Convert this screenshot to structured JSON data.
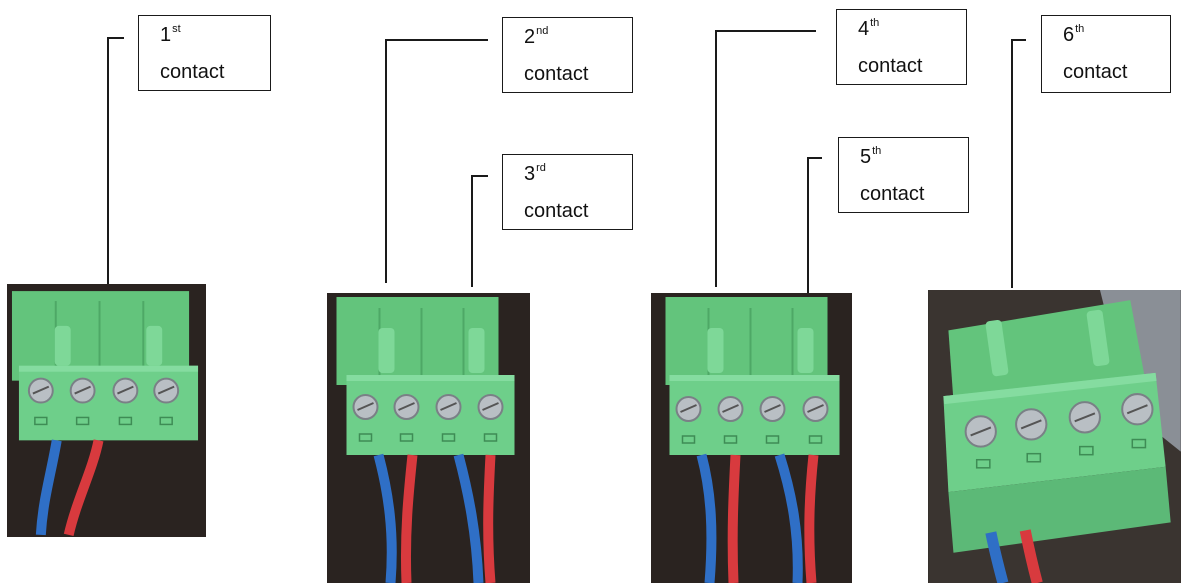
{
  "labels": [
    {
      "num": "1",
      "suffix": "st",
      "word": "contact"
    },
    {
      "num": "2",
      "suffix": "nd",
      "word": "contact"
    },
    {
      "num": "3",
      "suffix": "rd",
      "word": "contact"
    },
    {
      "num": "4",
      "suffix": "th",
      "word": "contact"
    },
    {
      "num": "5",
      "suffix": "th",
      "word": "contact"
    },
    {
      "num": "6",
      "suffix": "th",
      "word": "contact"
    }
  ],
  "colors": {
    "connector": "#6ecf8a",
    "wire_blue": "#2f6fc6",
    "wire_red": "#d83a3e",
    "background_dark": "#2a2320",
    "screw": "#b9bfc4"
  },
  "photos": [
    {
      "name": "connector-photo-1",
      "highlighted_contact": 1
    },
    {
      "name": "connector-photo-2",
      "highlighted_contact": 2
    },
    {
      "name": "connector-photo-3",
      "highlighted_contact": 4
    },
    {
      "name": "connector-photo-4",
      "highlighted_contact": 6
    }
  ]
}
